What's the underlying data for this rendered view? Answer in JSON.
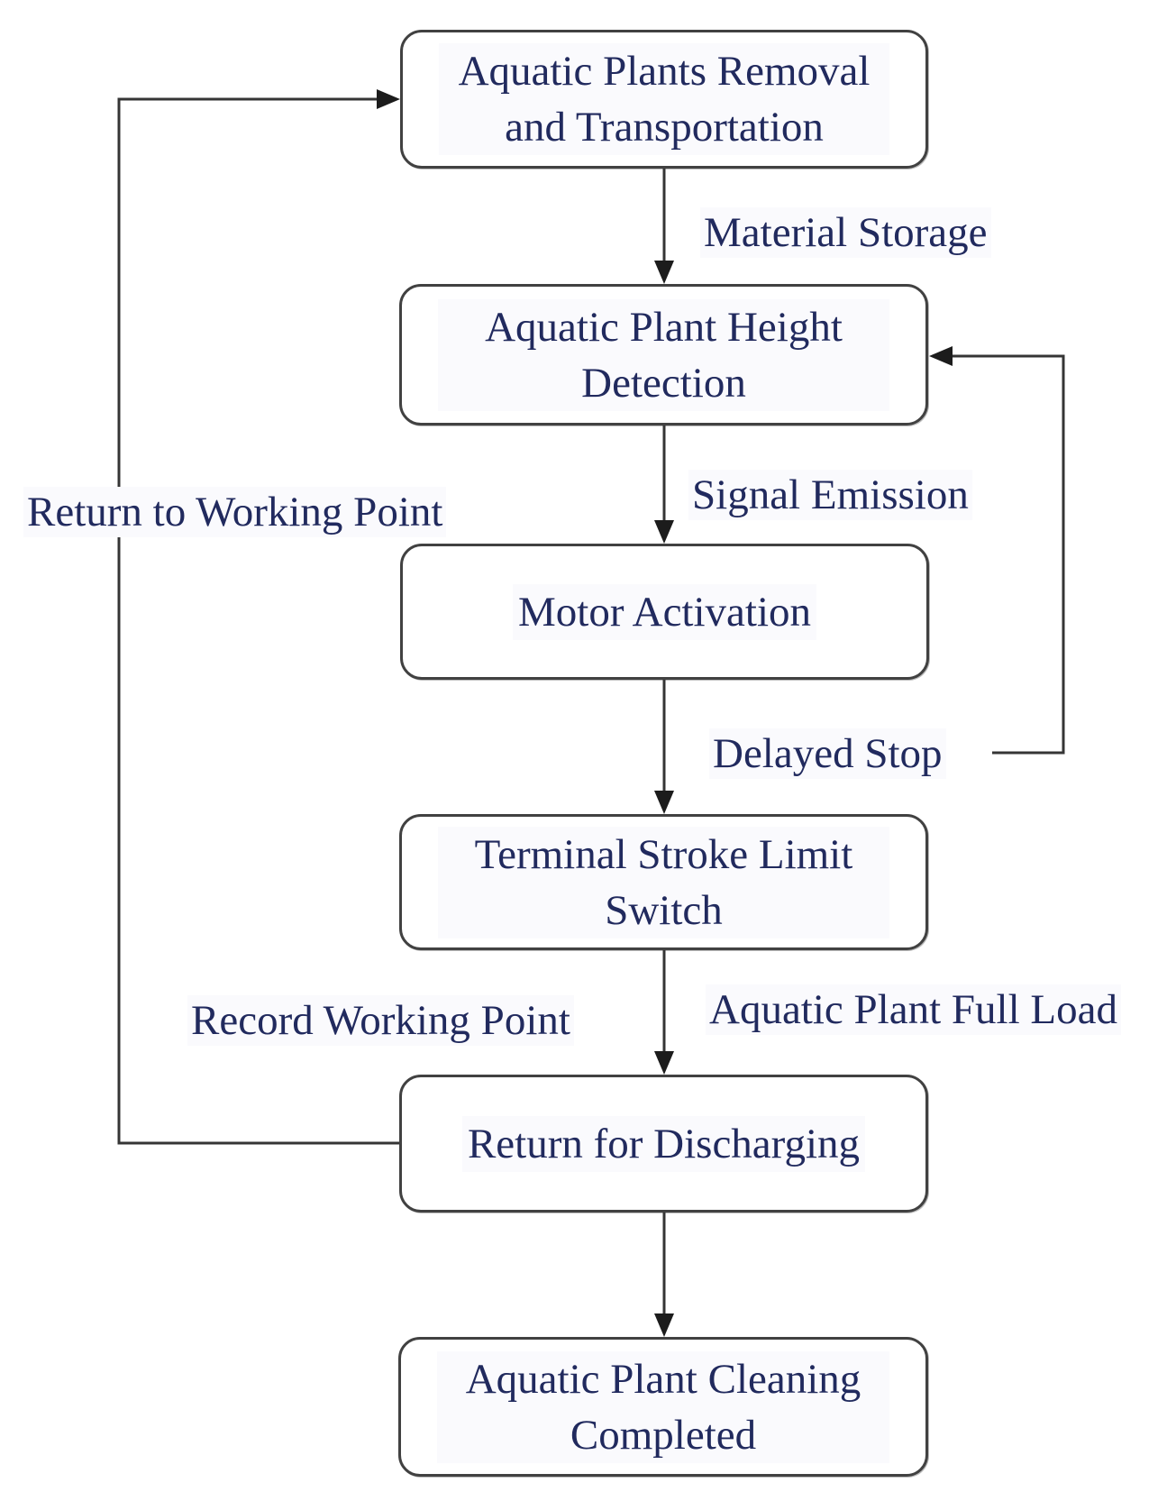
{
  "diagram": {
    "type": "flowchart",
    "nodes": [
      {
        "id": "removal",
        "label": "Aquatic Plants Removal and Transportation"
      },
      {
        "id": "height",
        "label": "Aquatic Plant Height Detection"
      },
      {
        "id": "motor",
        "label": "Motor Activation"
      },
      {
        "id": "limit",
        "label": "Terminal Stroke Limit Switch"
      },
      {
        "id": "discharge",
        "label": "Return for Discharging"
      },
      {
        "id": "complete",
        "label": "Aquatic Plant Cleaning Completed"
      }
    ],
    "edge_labels": {
      "material_storage": "Material Storage",
      "signal_emission": "Signal Emission",
      "delayed_stop": "Delayed Stop",
      "record_working_point": "Record Working Point",
      "aquatic_plant_full_load": "Aquatic Plant Full Load",
      "return_to_working_point": "Return to Working Point"
    },
    "edges": [
      {
        "from": "removal",
        "to": "height",
        "label": "Material Storage"
      },
      {
        "from": "height",
        "to": "motor",
        "label": "Signal Emission"
      },
      {
        "from": "motor",
        "to": "limit",
        "label": "Delayed Stop / Aquatic Plant Full Load path"
      },
      {
        "from": "delayed_stop_label",
        "to": "height",
        "label": "Delayed Stop feedback loop"
      },
      {
        "from": "limit",
        "to": "discharge",
        "label": "Record Working Point / Aquatic Plant Full Load"
      },
      {
        "from": "discharge",
        "to": "removal",
        "label": "Return to Working Point feedback loop"
      },
      {
        "from": "discharge",
        "to": "complete",
        "label": ""
      }
    ],
    "colors": {
      "text": "#212a5e",
      "line": "#353535",
      "box_border": "#414141",
      "background": "#ffffff"
    }
  }
}
